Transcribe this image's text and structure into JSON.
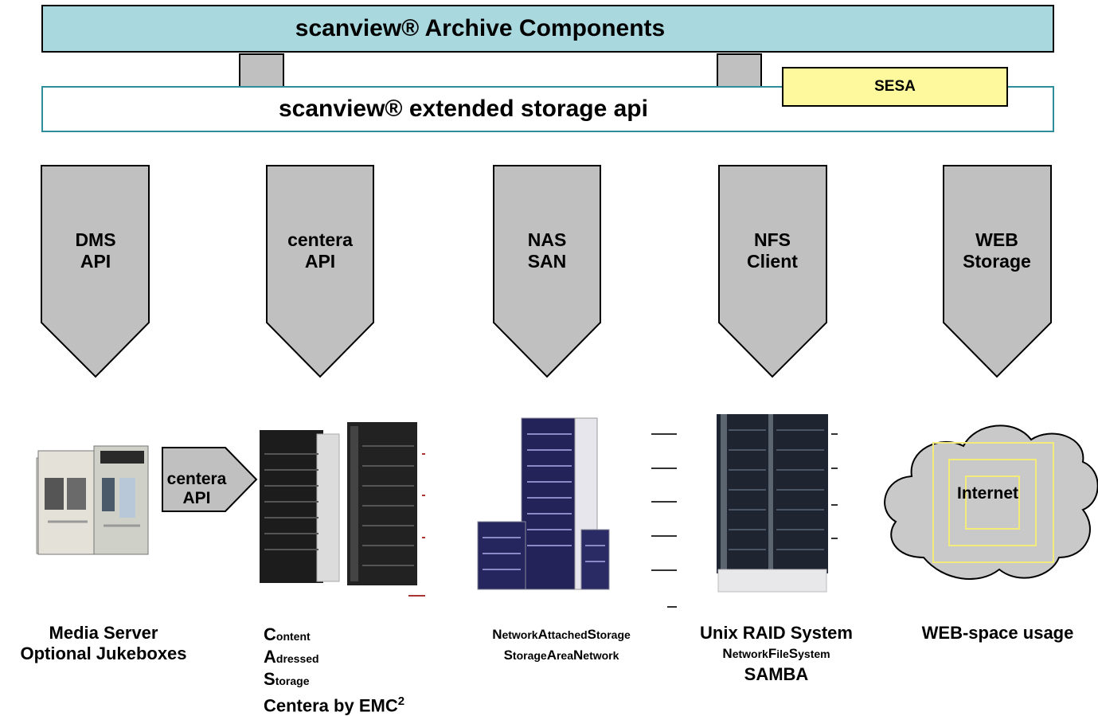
{
  "header": {
    "title": "scanview® Archive Components"
  },
  "api_bar": {
    "label": "scanview® extended storage api"
  },
  "sesa": {
    "label": "SESA"
  },
  "columns": [
    {
      "line1": "DMS",
      "line2": "API",
      "device_icon": "media-server-jukebox-icon",
      "caption": [
        "Media Server",
        "Optional Jukeboxes"
      ]
    },
    {
      "line1": "centera",
      "line2": "API",
      "device_icon": "centera-rack-icon",
      "caption_parts": [
        {
          "big": "C",
          "small": "ontent"
        },
        {
          "big": "A",
          "small": "dressed"
        },
        {
          "big": "S",
          "small": "torage"
        }
      ],
      "caption_extra": "Centera by EMC",
      "caption_extra_sup": "2"
    },
    {
      "line1": "NAS",
      "line2": "SAN",
      "device_icon": "nas-san-storage-icon",
      "caption_line1": [
        {
          "big": "N",
          "small": "etwork"
        },
        {
          "big": "A",
          "small": "ttached"
        },
        {
          "big": "S",
          "small": "torage"
        }
      ],
      "caption_line2": [
        {
          "big": "S",
          "small": "torage"
        },
        {
          "big": "A",
          "small": "rea"
        },
        {
          "big": "N",
          "small": "etwork"
        }
      ]
    },
    {
      "line1": "NFS",
      "line2": "Client",
      "device_icon": "unix-raid-server-icon",
      "caption_title": "Unix RAID System",
      "caption_line2": [
        {
          "big": "N",
          "small": "etwork"
        },
        {
          "big": "F",
          "small": "ile"
        },
        {
          "big": "S",
          "small": "ystem"
        }
      ],
      "caption_line3": "SAMBA"
    },
    {
      "line1": "WEB",
      "line2": "Storage",
      "device_icon": "internet-cloud-icon",
      "cloud_label": "Internet",
      "caption": [
        "WEB-space usage"
      ]
    }
  ],
  "small_arrow": {
    "line1": "centera",
    "line2": "API"
  },
  "colors": {
    "banner": "#a9d8df",
    "api_border": "#2e8f9a",
    "sesa": "#fff99e",
    "arrow": "#c0c0c0",
    "cloud": "#c9c9c9",
    "cloud_square": "#f4ec7a"
  }
}
